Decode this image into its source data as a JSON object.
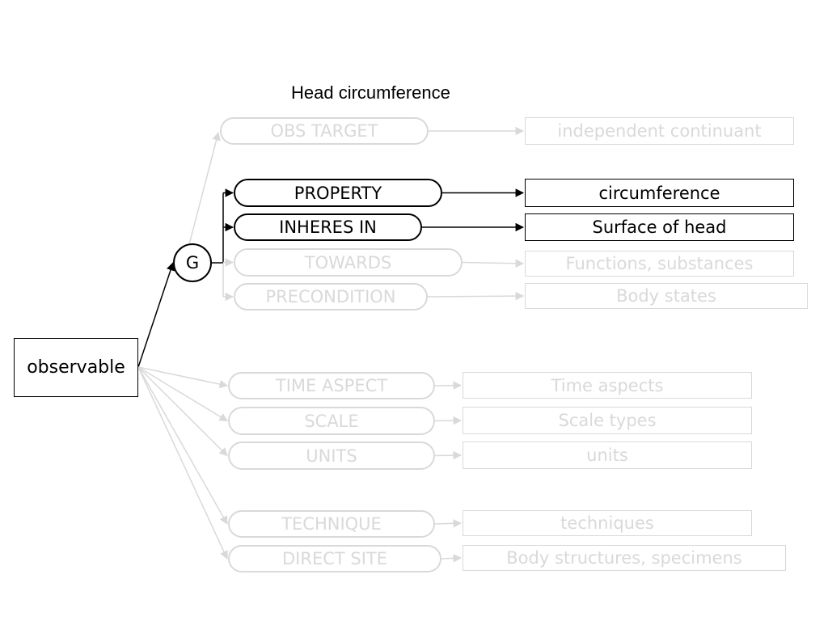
{
  "title": "Head circumference",
  "root": "observable",
  "group_node": "G",
  "attributes": [
    {
      "label": "OBS TARGET",
      "value": "independent continuant",
      "active": false
    },
    {
      "label": "PROPERTY",
      "value": "circumference",
      "active": true
    },
    {
      "label": "INHERES IN",
      "value": "Surface of head",
      "active": true
    },
    {
      "label": "TOWARDS",
      "value": "Functions, substances",
      "active": false
    },
    {
      "label": "PRECONDITION",
      "value": "Body states",
      "active": false
    },
    {
      "label": "TIME ASPECT",
      "value": "Time aspects",
      "active": false
    },
    {
      "label": "SCALE",
      "value": "Scale types",
      "active": false
    },
    {
      "label": "UNITS",
      "value": "units",
      "active": false
    },
    {
      "label": "TECHNIQUE",
      "value": "techniques",
      "active": false
    },
    {
      "label": "DIRECT SITE",
      "value": "Body structures, specimens",
      "active": false
    }
  ],
  "colors": {
    "active": "#000000",
    "inactive": "#d9d9d9"
  }
}
